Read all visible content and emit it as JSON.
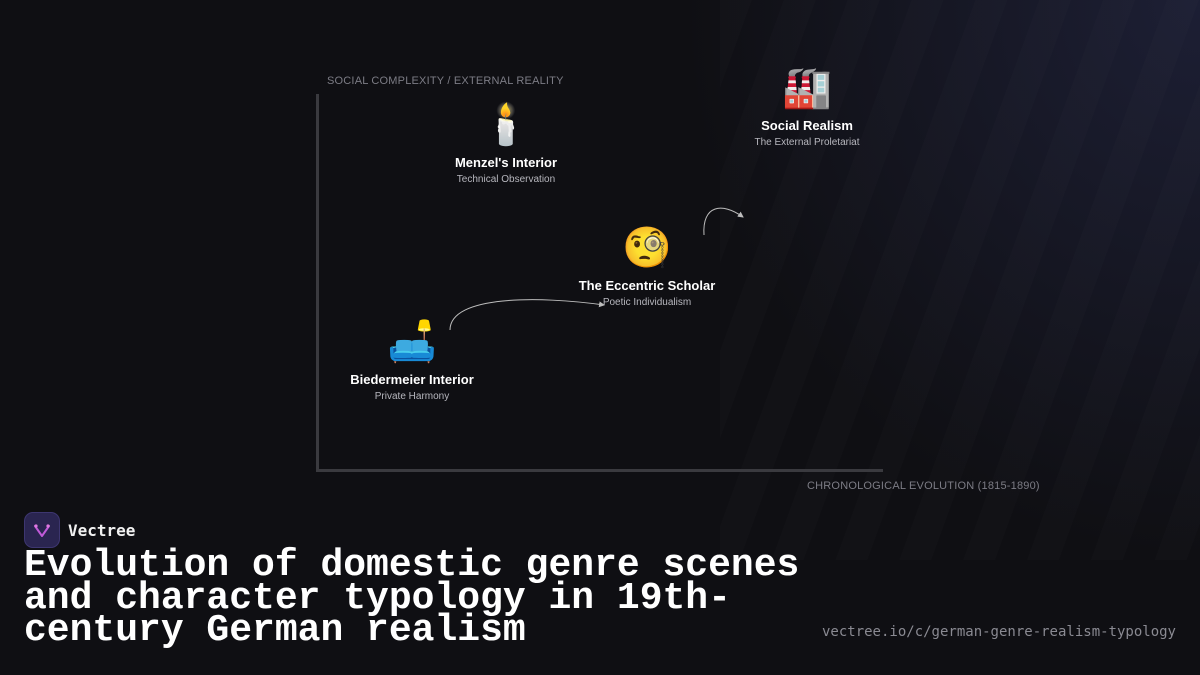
{
  "diagram": {
    "y_axis_label": "SOCIAL COMPLEXITY / EXTERNAL REALITY",
    "x_axis_label": "CHRONOLOGICAL EVOLUTION (1815-1890)",
    "nodes": [
      {
        "icon": "couch-and-lamp",
        "glyph": "🛋️",
        "title": "Biedermeier Interior",
        "subtitle": "Private Harmony"
      },
      {
        "icon": "candle",
        "glyph": "🕯️",
        "title": "Menzel's Interior",
        "subtitle": "Technical Observation"
      },
      {
        "icon": "monocle-face",
        "glyph": "🧐",
        "title": "The Eccentric Scholar",
        "subtitle": "Poetic Individualism"
      },
      {
        "icon": "factory",
        "glyph": "🏭",
        "title": "Social Realism",
        "subtitle": "The External Proletariat"
      }
    ]
  },
  "brand": {
    "name": "Vectree"
  },
  "headline": "Evolution of domestic genre scenes and character typology in 19th-century German realism",
  "url": "vectree.io/c/german-genre-realism-typology"
}
